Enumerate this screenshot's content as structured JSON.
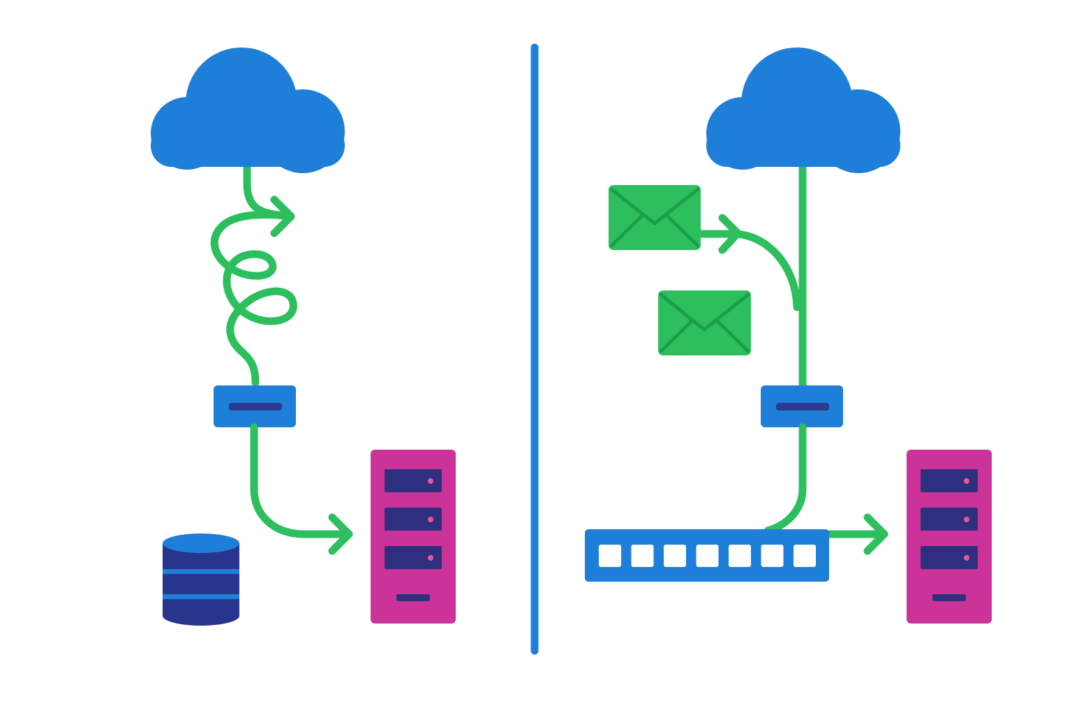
{
  "colors": {
    "background": "#ffffff",
    "cloud": "#1e7fd9",
    "link": "#2dbf5e",
    "link_dark": "#1c9e48",
    "divider": "#1e7fd9",
    "module": "#1e7fd9",
    "module_slot": "#2a3a8f",
    "server_body": "#cc3399",
    "server_bay": "#2f2f7f",
    "server_led": "#e8559e",
    "database_body": "#27358c",
    "database_band": "#1e7fd9",
    "switch_body": "#1e7fd9",
    "switch_port": "#ffffff",
    "envelope": "#2dbf5e",
    "envelope_lines": "#1c9e48"
  },
  "icons": {
    "cloud": "cloud-icon",
    "module": "network-module-icon",
    "server": "server-rack-icon",
    "database": "database-icon",
    "switch": "network-switch-icon",
    "envelope": "envelope-icon",
    "arrow": "arrow-right-icon"
  },
  "left_panel": {
    "connection_style": "tangled",
    "server_bays": 3
  },
  "right_panel": {
    "connection_style": "direct",
    "envelope_count": 2,
    "switch_ports": 7,
    "server_bays": 3
  }
}
